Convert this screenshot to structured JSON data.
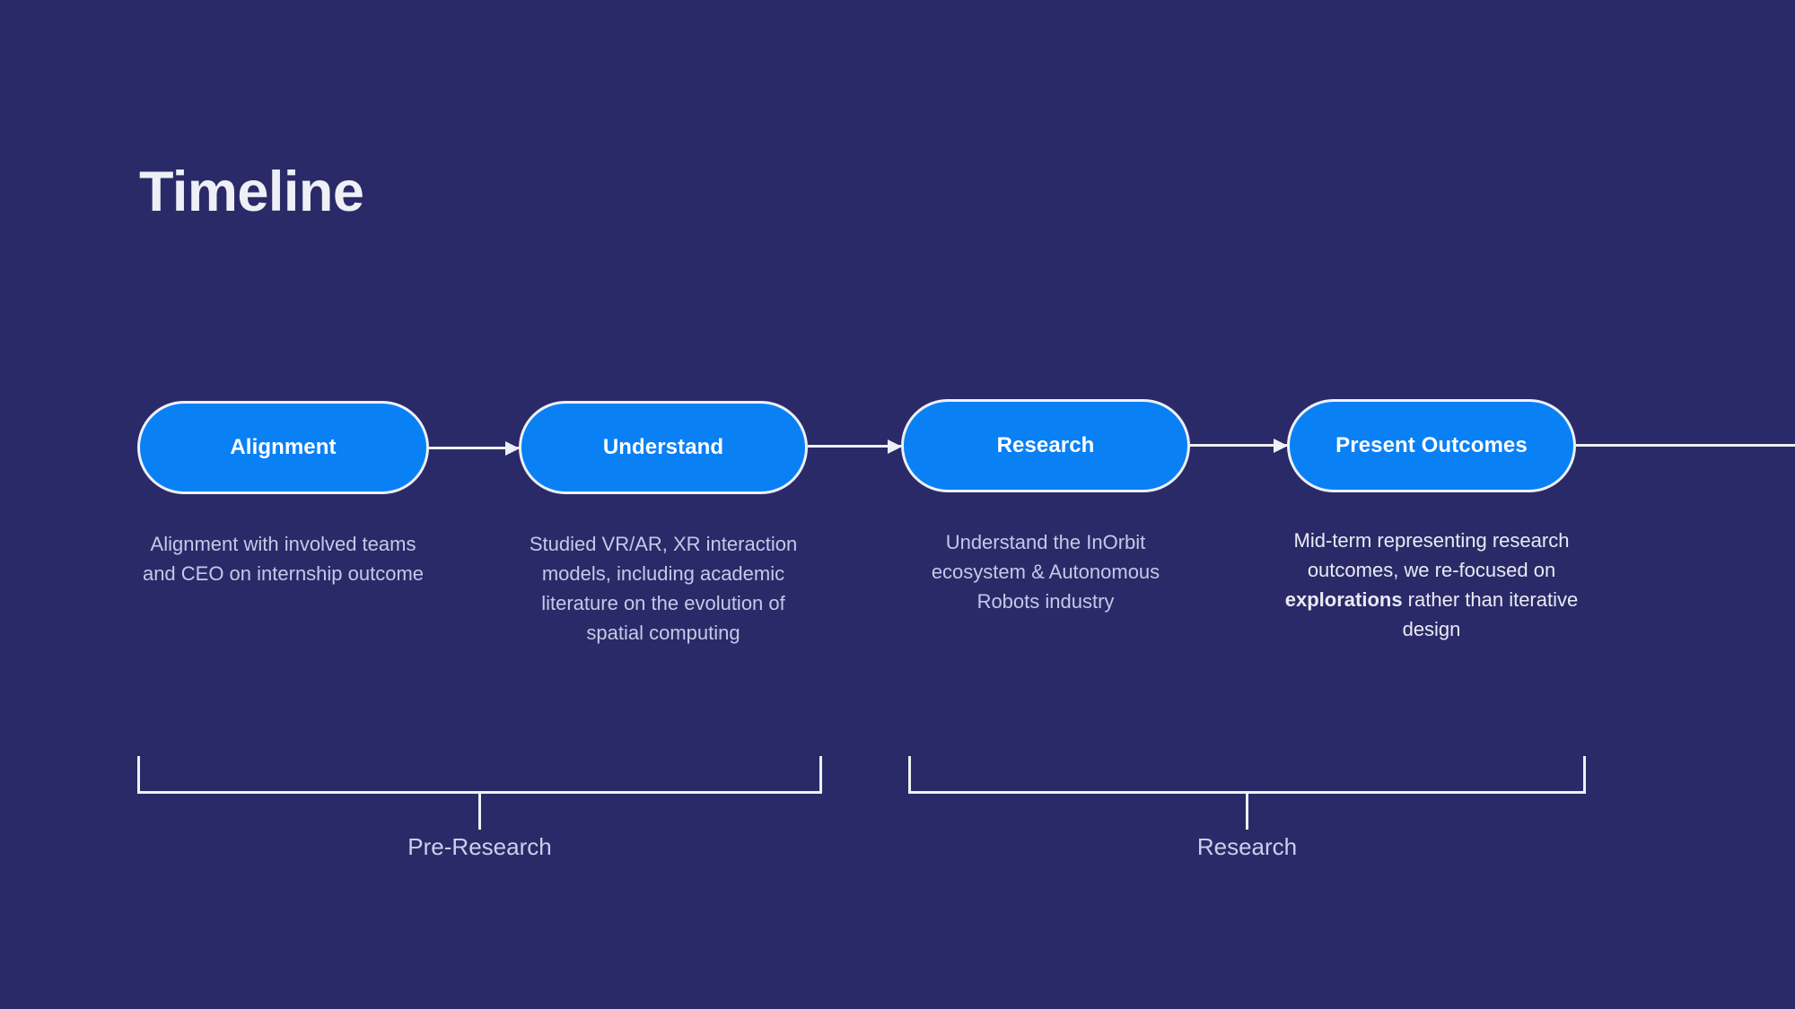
{
  "slide": {
    "title": "Timeline",
    "background_color": "#2a2a69",
    "accent_color": "#0a80f5",
    "outline_color": "#eef0f6",
    "muted_text_color": "#c3cae6"
  },
  "nodes": [
    {
      "label": "Alignment",
      "description": "Alignment with involved teams and CEO on internship outcome"
    },
    {
      "label": "Understand",
      "description": "Studied VR/AR, XR interaction models, including academic literature on the evolution of spatial computing"
    },
    {
      "label": "Research",
      "description": "Understand the InOrbit ecosystem & Autonomous Robots industry"
    },
    {
      "label": "Present Outcomes",
      "description_prefix": "Mid-term representing research outcomes, we re-focused on ",
      "description_emphasis": "explorations",
      "description_suffix": " rather than iterative design"
    }
  ],
  "phases": [
    {
      "label": "Pre-Research"
    },
    {
      "label": "Research"
    }
  ]
}
